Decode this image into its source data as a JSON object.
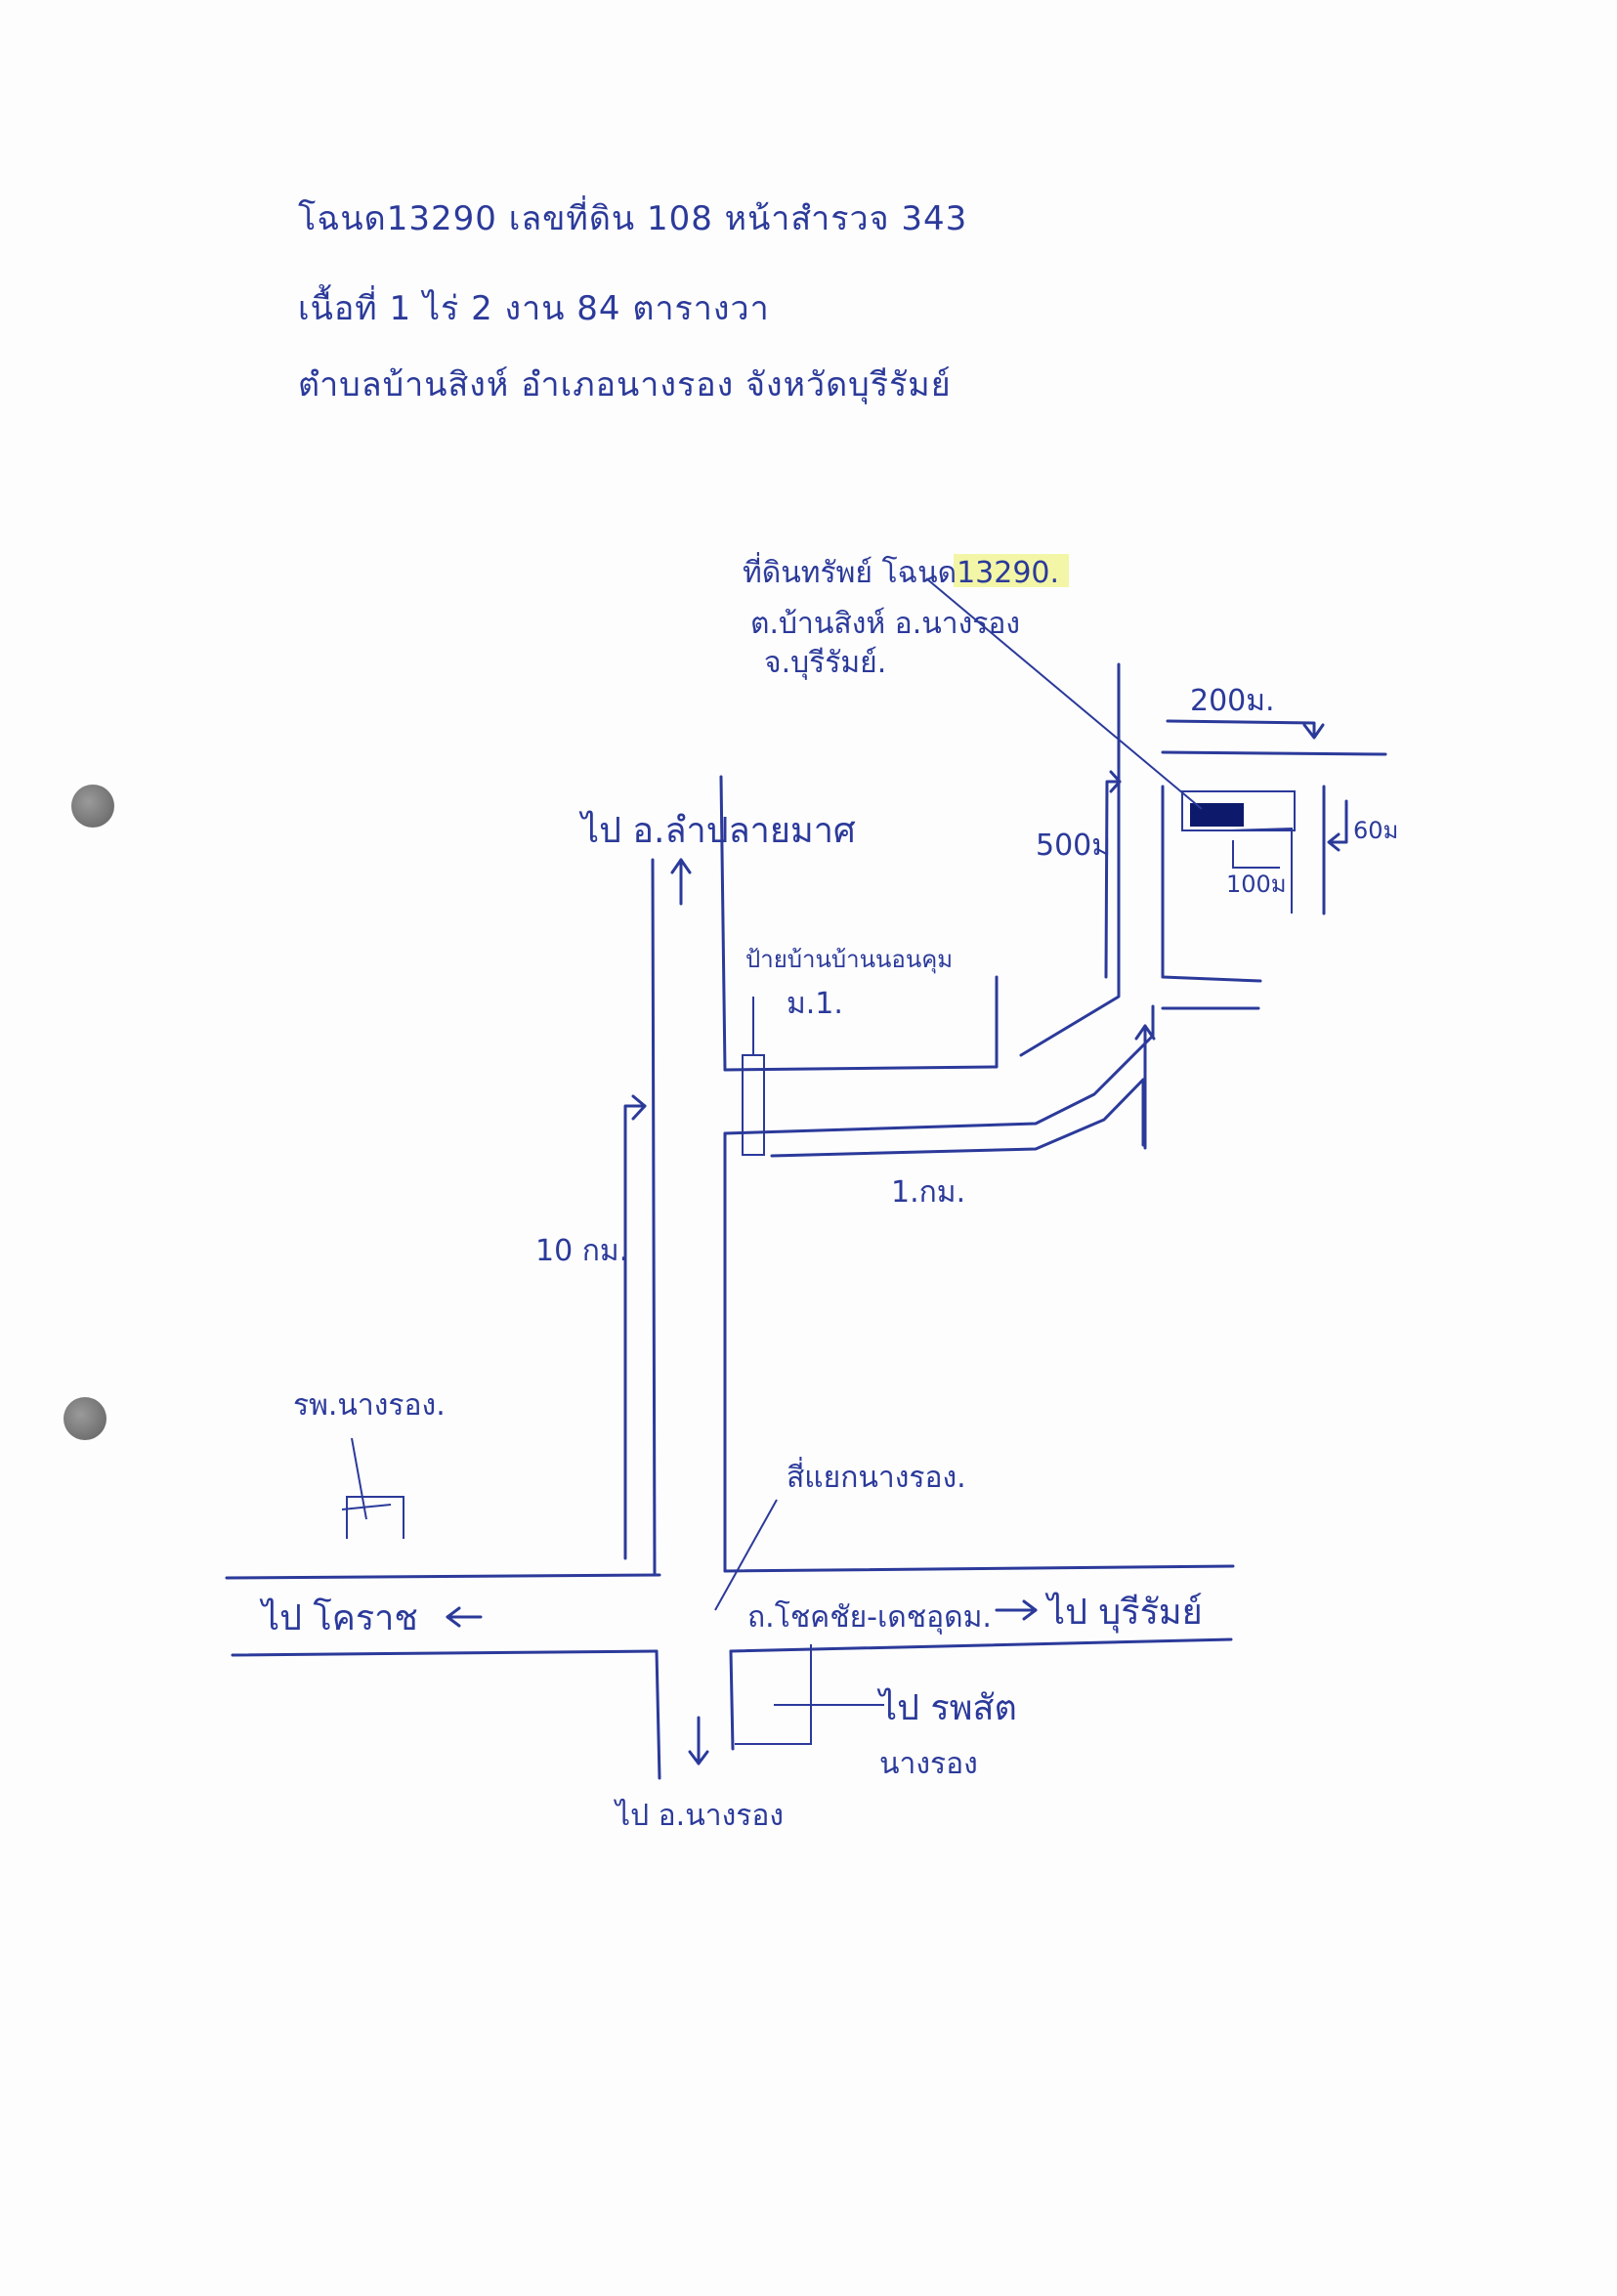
{
  "header": {
    "line1": "โฉนด13290   เลขที่ดิน 108   หน้าสำรวจ 343",
    "line2": "เนื้อที่ 1 ไร่ 2 งาน 84 ตารางวา",
    "line3": "ตำบลบ้านสิงห์   อำเภอนางรอง   จังหวัดบุรีรัมย์"
  },
  "map": {
    "property_note": {
      "line1": "ที่ดินทรัพย์ โฉนด13290.",
      "line2": "ต.บ้านสิงห์  อ.นางรอง",
      "line3": "จ.บุรีรัมย์."
    },
    "labels": {
      "to_lamplaimat": "ไป อ.ลำปลายมาศ",
      "to_khorat": "ไป โคราช",
      "to_buriram": "ไป บุรีรัมย์",
      "to_hospital": "ไป รพสัต",
      "nangrong": "นางรอง",
      "to_nangrong_district": "ไป อ.นางรอง",
      "hospital": "รพ.นางรอง.",
      "intersection": "สี่แยกนางรอง.",
      "highway": "ถ.โชคชัย-เดชอุดม.",
      "village_sign": "ป้ายบ้านบ้านนอนคุม",
      "village_moo": "ม.1.",
      "dist_10km": "10 กม.",
      "dist_1km": "1.กม.",
      "dist_500m": "500ม",
      "dist_200m": "200ม.",
      "dist_100m": "100ม",
      "dist_60m": "60ม"
    }
  }
}
